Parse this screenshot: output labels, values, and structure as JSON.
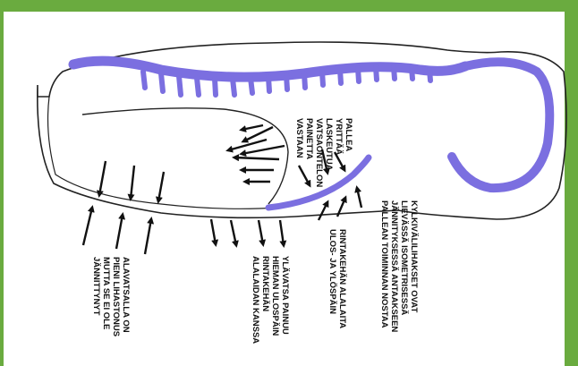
{
  "colors": {
    "border": "#6aab3f",
    "spine": "#7b6fe0",
    "outline": "#222222",
    "arrow": "#111111",
    "background": "#ffffff"
  },
  "labels": {
    "diaphragm": [
      "PALLEA",
      "YRITTÄÄ",
      "LASKEUTUA",
      "VATSAONTELON",
      "PAINETTA",
      "VASTAAN"
    ],
    "lower_belly": [
      "ALAVATSALLA ON",
      "PIENI LIHASTONUS",
      "MUTTA SE EI OLE",
      "JÄNNITTYNYT"
    ],
    "upper_belly": [
      "YLÄVATSA PAINUU",
      "HIEMAN ULOSPÄIN",
      "RINTAKEHÄN",
      "ALALAIDAN KANSSA"
    ],
    "ribcage": [
      "RINTAKEHÄN ALALAITA",
      "ULOS- JA YLÖSPÄIN"
    ],
    "back_muscles": [
      "KYLKIVÄLILIHAKSET OVAT",
      "LIEVÄSSÄ ISOMETRISESSÄ",
      "JÄNNITYKSESSÄ ANTAAKSEEN",
      "PALLEAN TOIMINNAN NOSTAA"
    ]
  }
}
